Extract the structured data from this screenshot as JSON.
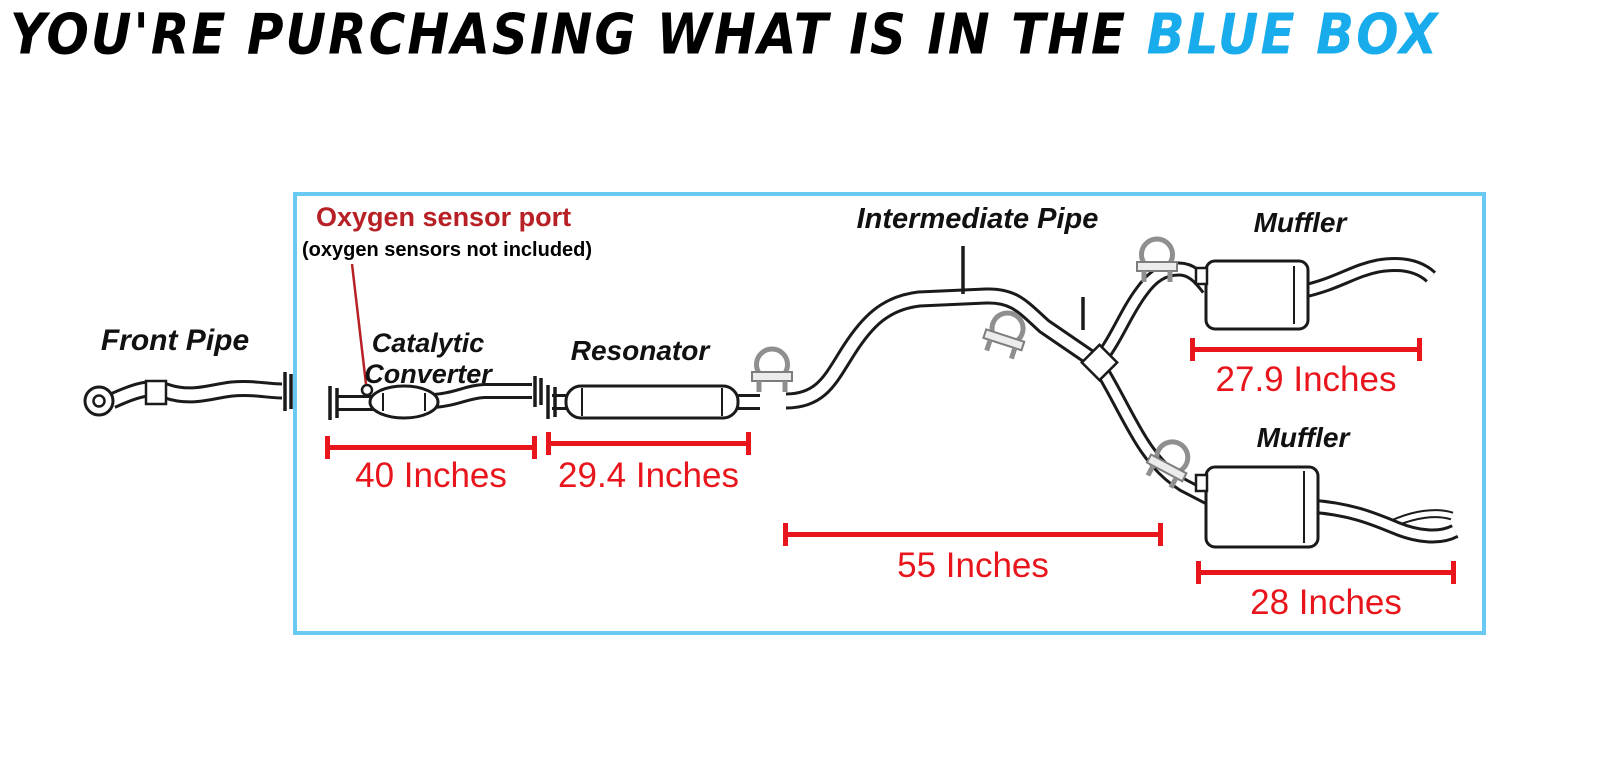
{
  "title": {
    "prefix": "YOU'RE PURCHASING WHAT IS IN THE ",
    "highlight": "BLUE BOX"
  },
  "annotations": {
    "oxygen_sensor_port": "Oxygen sensor port",
    "oxygen_sensor_note": "(oxygen sensors not included)"
  },
  "parts": {
    "front_pipe": "Front Pipe",
    "catalytic_line1": "Catalytic",
    "catalytic_line2": "Converter",
    "resonator": "Resonator",
    "intermediate_pipe": "Intermediate Pipe",
    "muffler_top": "Muffler",
    "muffler_bottom": "Muffler"
  },
  "measurements": {
    "catalytic_converter": "40 Inches",
    "resonator": "29.4 Inches",
    "intermediate_pipe": "55 Inches",
    "muffler_top": "27.9 Inches",
    "muffler_bottom": "28 Inches"
  },
  "colors": {
    "title_highlight_blue": "#19ACED",
    "blue_box_border": "#69C9F2",
    "measurement_red": "#E8151C",
    "annotation_red": "#B72025"
  }
}
